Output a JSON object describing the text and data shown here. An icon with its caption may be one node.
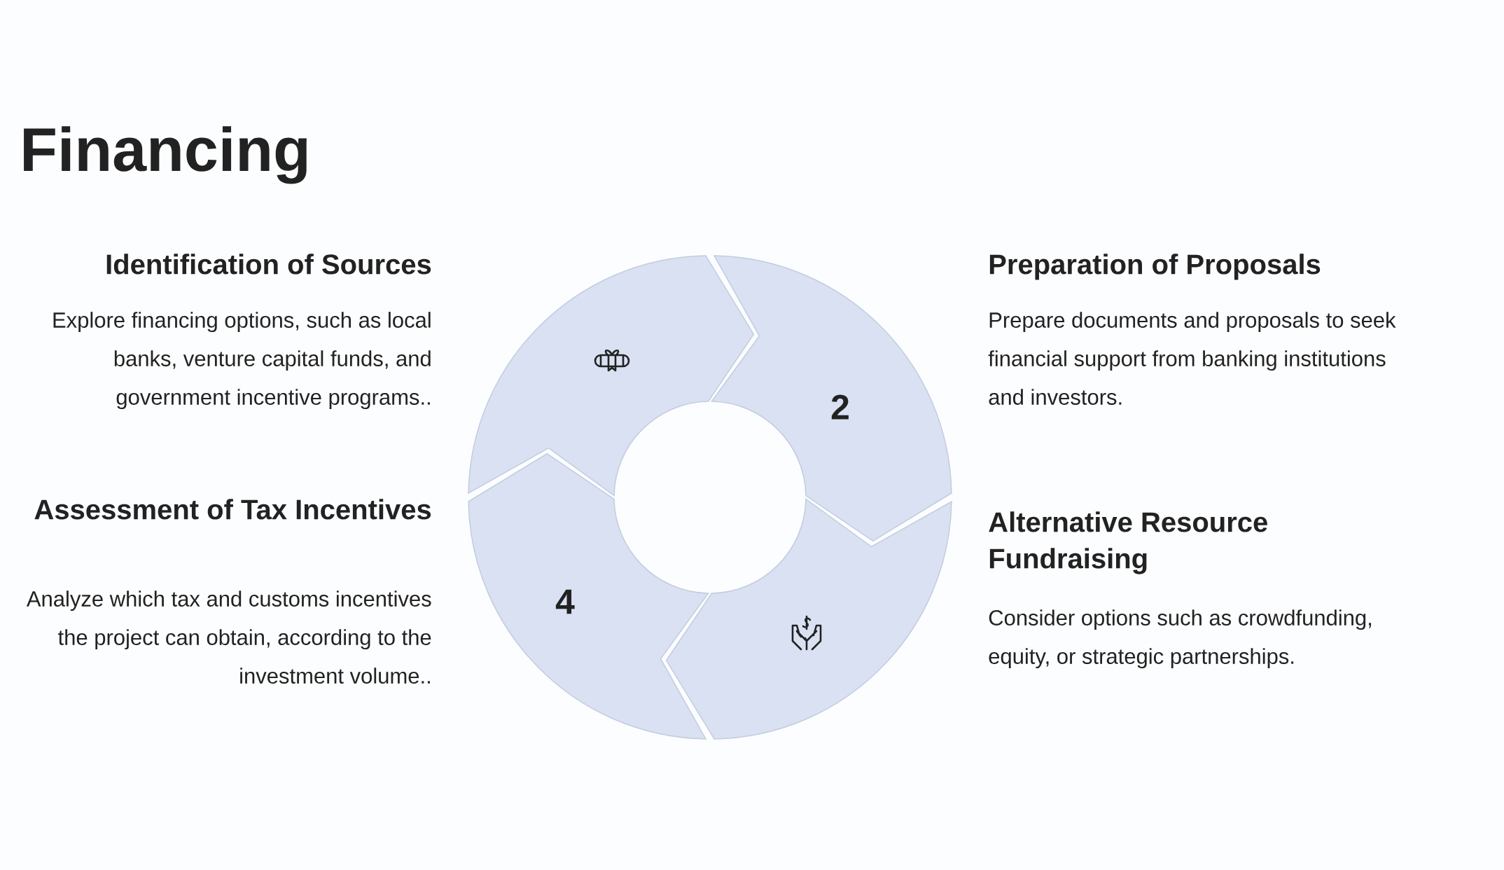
{
  "diagram": {
    "title": "Financing",
    "nodes": [
      {
        "text": [],
        "shape": "arrow",
        "beside": [
          "Identification of Sources",
          "Explore financing options, such as local banks, venture capital funds, and government incentive programs.."
        ]
      },
      {
        "text": [
          "2"
        ],
        "beside": [
          "Preparation of Proposals",
          "Prepare documents and proposals to seek financial support from banking institutions and investors."
        ]
      },
      {
        "text": [],
        "shape": "arrow",
        "beside": [
          "Alternative Resource Fundraising",
          "Consider options such as crowdfunding, equity, or strategic partnerships."
        ]
      },
      {
        "text": [
          "4"
        ],
        "beside": [
          "Assessment of Tax Incentives",
          "Analyze which tax and customs incentives the project can obtain, according to the investment volume.."
        ]
      }
    ]
  }
}
